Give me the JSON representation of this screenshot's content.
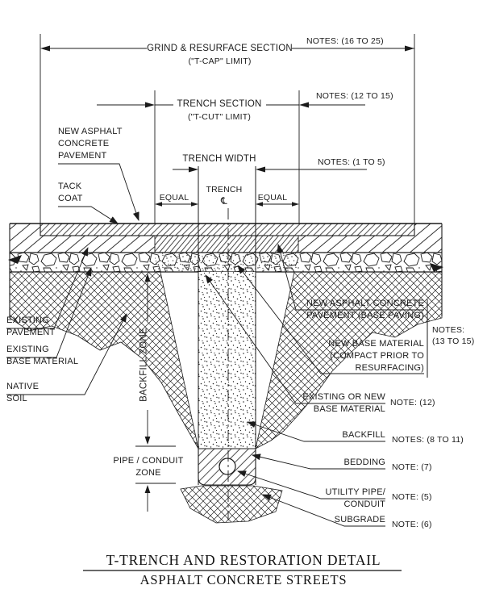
{
  "colors": {
    "ink": "#1b1b1b",
    "background": "#ffffff"
  },
  "dimensions": {
    "grind": {
      "label": "GRIND & RESURFACE SECTION",
      "sublabel": "(\"T-CAP\" LIMIT)",
      "notes": "NOTES: (16 TO 25)"
    },
    "trench_section": {
      "label": "TRENCH SECTION",
      "sublabel": "(\"T-CUT\" LIMIT)",
      "notes": "NOTES: (12 TO 15)"
    },
    "trench_width": {
      "label": "TRENCH WIDTH",
      "notes": "NOTES: (1 TO 5)"
    },
    "equal_left": "EQUAL",
    "equal_right": "EQUAL",
    "trench_centerline_word": "TRENCH",
    "centerline_symbol": "℄",
    "backfill_zone": "BACKFILL ZONE",
    "pipe_zone": "PIPE / CONDUIT\nZONE"
  },
  "callouts_left": {
    "new_asphalt": "NEW ASPHALT\nCONCRETE\nPAVEMENT",
    "tack_coat": "TACK\nCOAT",
    "existing_pavement": "EXISTING\nPAVEMENT",
    "existing_base": "EXISTING\nBASE MATERIAL",
    "native_soil": "NATIVE\nSOIL"
  },
  "callouts_right": {
    "base_paving": "NEW ASPHALT CONCRETE\nPAVEMENT (BASE PAVING)",
    "base_paving_notes": "NOTES:\n(13 TO 15)",
    "new_base": "NEW BASE MATERIAL\n(COMPACT PRIOR TO\nRESURFACING)",
    "existing_or_new": "EXISTING OR NEW\nBASE MATERIAL",
    "existing_or_new_note": "NOTE: (12)",
    "backfill": "BACKFILL",
    "backfill_note": "NOTES: (8 TO 11)",
    "bedding": "BEDDING",
    "bedding_note": "NOTE: (7)",
    "utility_pipe": "UTILITY PIPE/\nCONDUIT",
    "utility_pipe_note": "NOTE: (5)",
    "subgrade": "SUBGRADE",
    "subgrade_note": "NOTE: (6)"
  },
  "title": {
    "line1": "T-TRENCH AND RESTORATION DETAIL",
    "line2": "ASPHALT CONCRETE STREETS"
  }
}
